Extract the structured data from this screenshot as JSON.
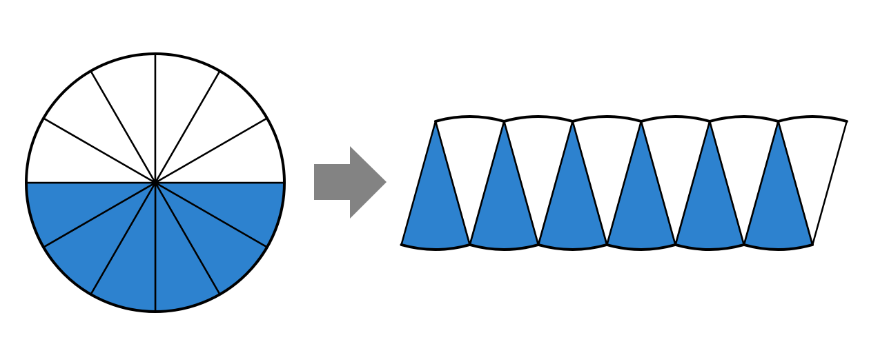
{
  "diagram": {
    "circle": {
      "sector_count": 12,
      "shaded_sectors": 6,
      "shaded_half": "bottom"
    },
    "rearranged": {
      "sector_count": 12,
      "shaded_count": 6,
      "unshaded_count": 6,
      "shaded_orientation": "apex-up",
      "unshaded_orientation": "apex-down"
    },
    "colors": {
      "shaded": "#2d82cf",
      "unshaded": "#ffffff",
      "stroke": "#000000",
      "arrow": "#838383"
    },
    "icons": {
      "transform": "right-arrow-icon"
    }
  }
}
